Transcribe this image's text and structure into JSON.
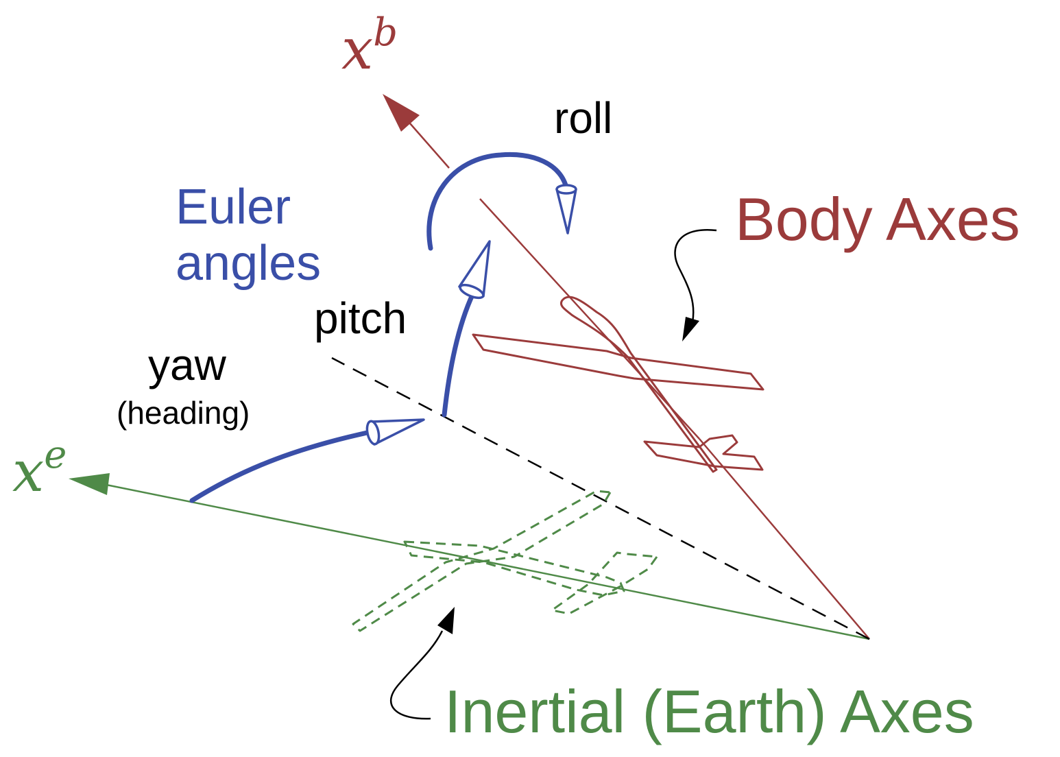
{
  "labels": {
    "xb_base": "x",
    "xb_sup": "b",
    "xe_base": "x",
    "xe_sup": "e",
    "roll": "roll",
    "euler_line1": "Euler",
    "euler_line2": "angles",
    "pitch": "pitch",
    "yaw": "yaw",
    "heading": "(heading)",
    "body_axes": "Body Axes",
    "inertial_axes": "Inertial (Earth) Axes"
  },
  "colors": {
    "body": "#9b3b3b",
    "euler": "#3a4fa8",
    "inertial": "#4f8a48",
    "black": "#000000"
  }
}
